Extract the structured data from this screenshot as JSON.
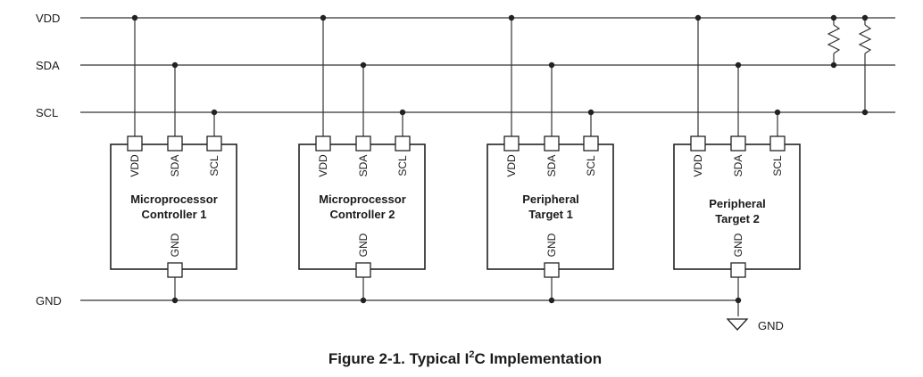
{
  "buses": {
    "vdd": "VDD",
    "sda": "SDA",
    "scl": "SCL",
    "gnd": "GND"
  },
  "pins": [
    "VDD",
    "SDA",
    "SCL"
  ],
  "gnd_pin": "GND",
  "devices": [
    {
      "line1": "Microprocessor",
      "line2": "Controller 1"
    },
    {
      "line1": "Microprocessor",
      "line2": "Controller 2"
    },
    {
      "line1": "Peripheral",
      "line2": "Target 1"
    },
    {
      "line1": "Peripheral",
      "line2": "Target 2"
    }
  ],
  "ground_symbol_label": "GND",
  "caption": {
    "prefix": "Figure 2-1. Typical I",
    "superscript": "2",
    "suffix": "C Implementation"
  }
}
